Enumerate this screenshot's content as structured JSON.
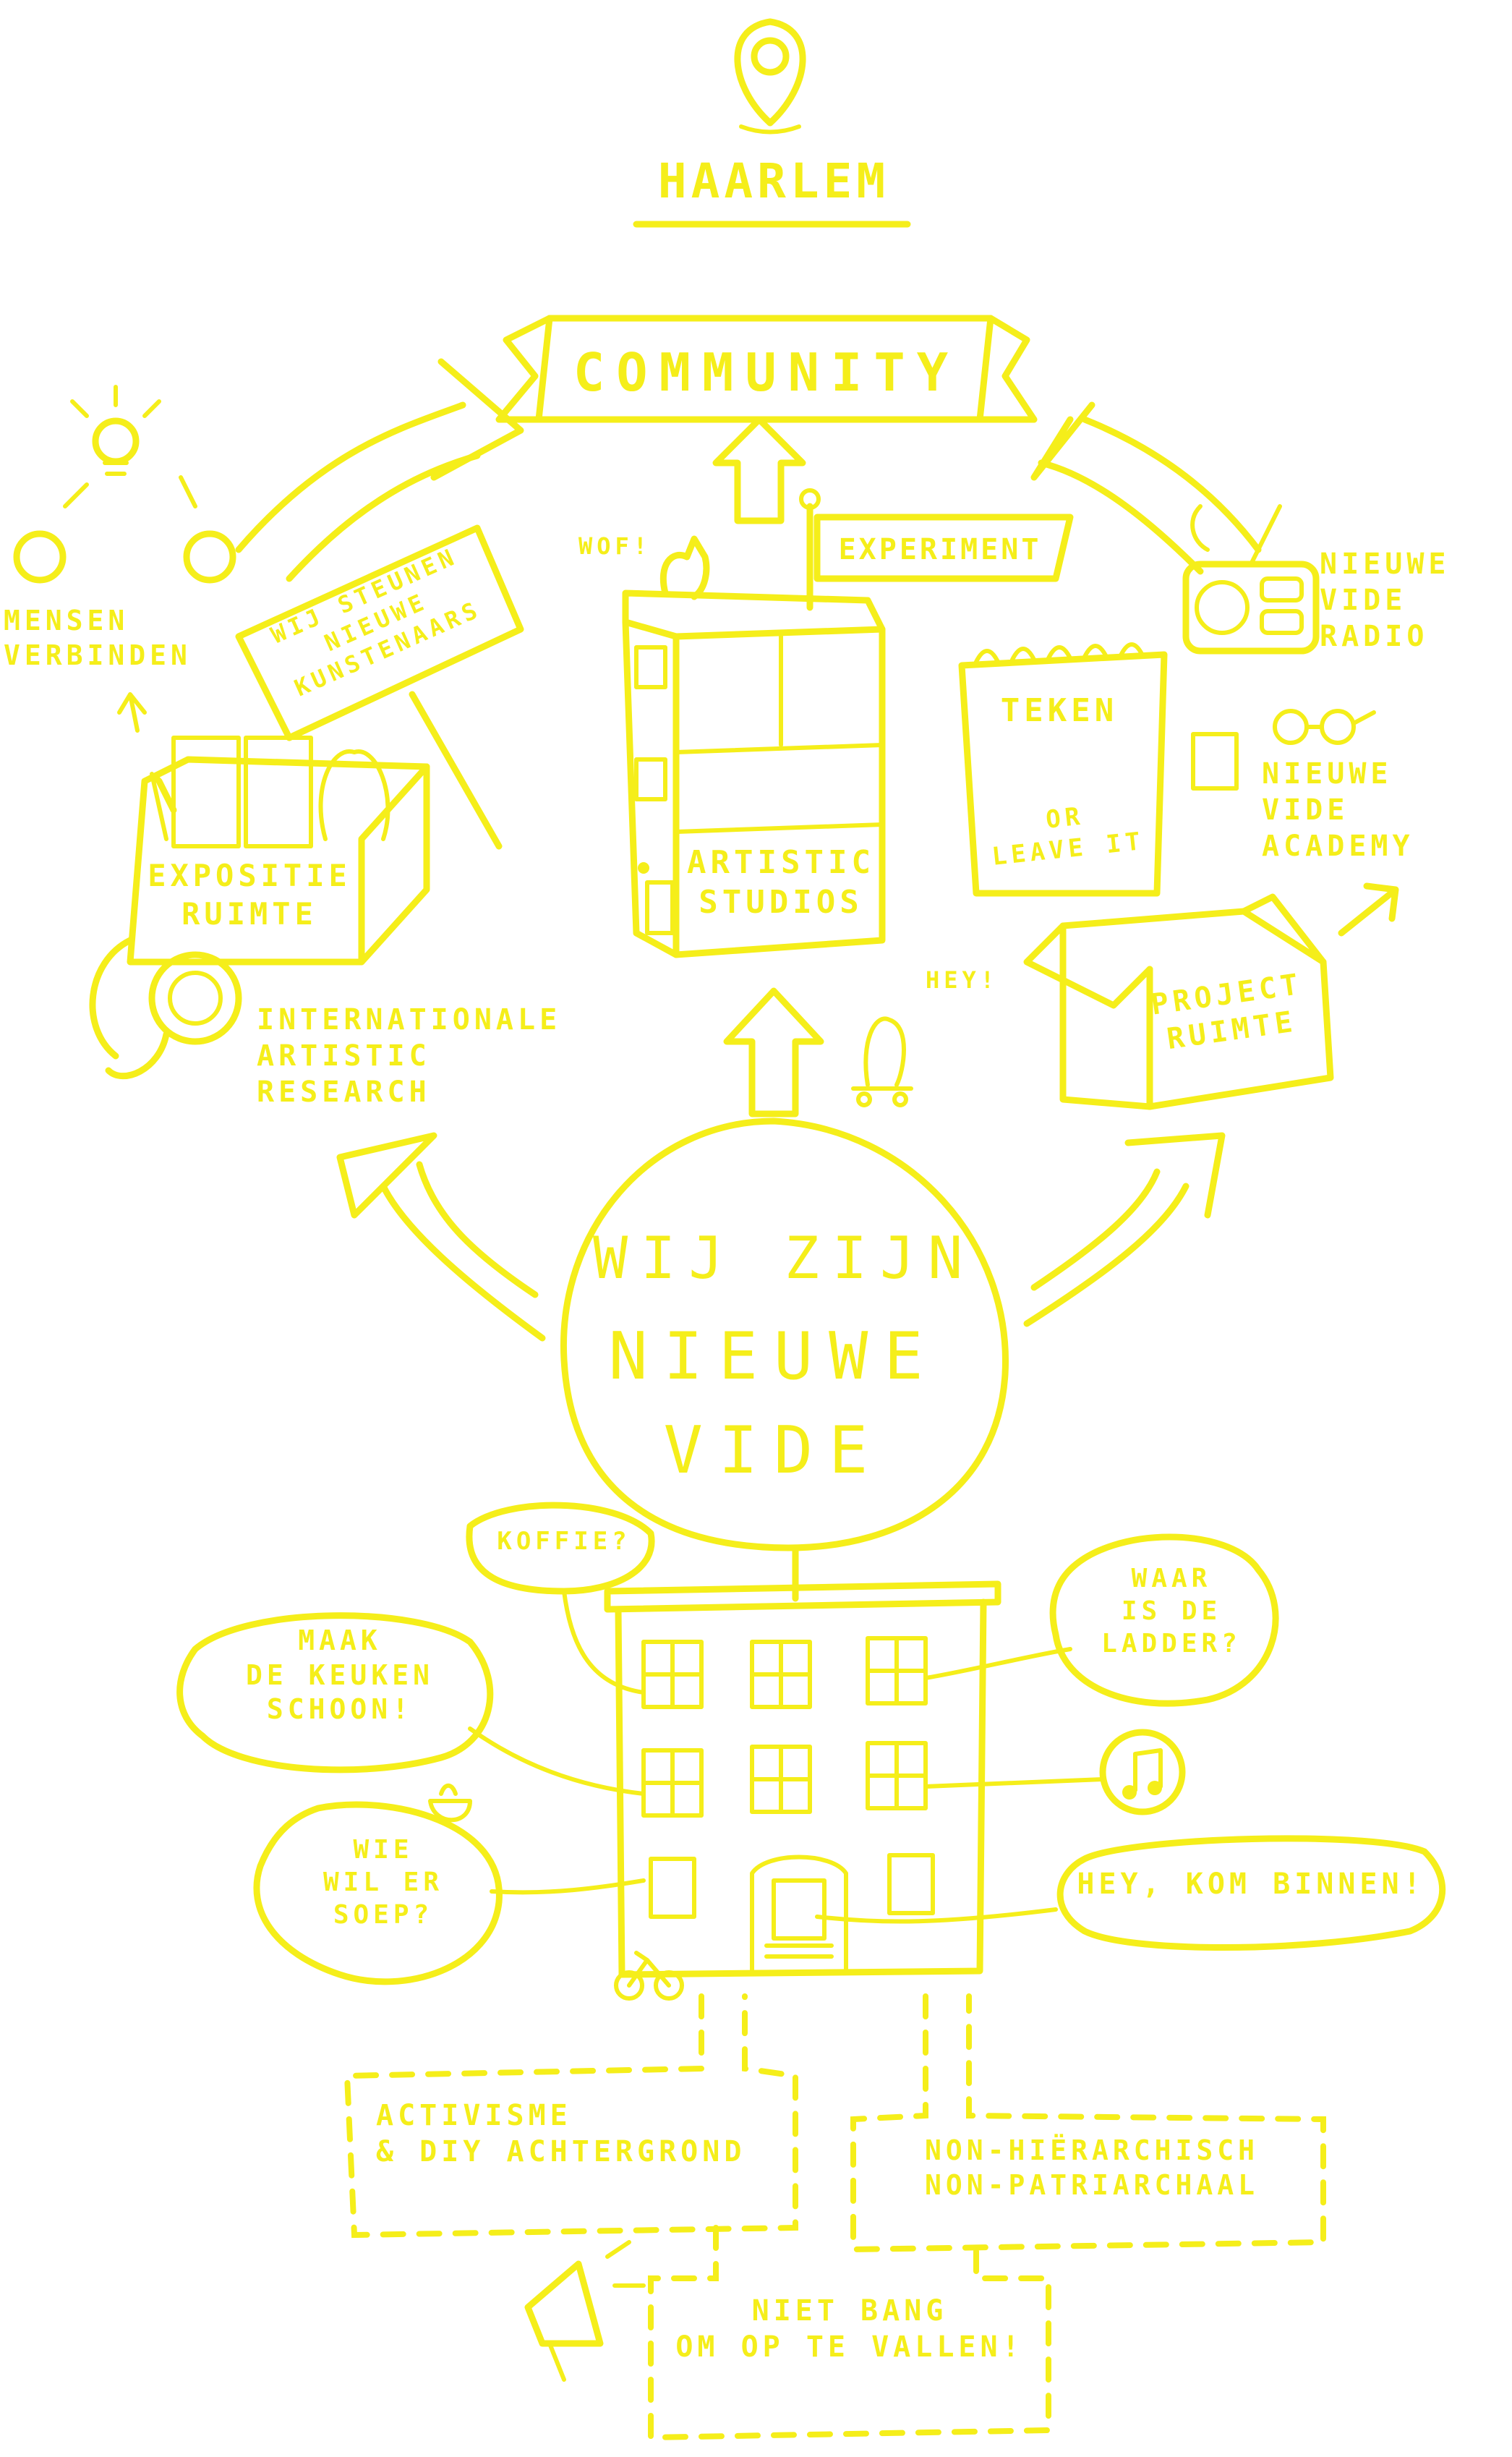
{
  "location": "HAARLEM",
  "banner": "COMMUNITY",
  "center": {
    "line1": "WIJ ZIJN",
    "line2": "NIEUWE",
    "line3": "VIDE"
  },
  "left": {
    "mensen": "MENSEN\nVERBINDEN",
    "sign": "WIJ STEUNEN\nNIEUWE\nKUNSTENAARS",
    "expositie": "EXPOSITIE\nRUIMTE",
    "research": "INTERNATIONALE\nARTISTIC\nRESEARCH"
  },
  "middle": {
    "wof": "WOF!",
    "flag": "EXPERIMENT",
    "studios": "ARTISTIC\nSTUDIOS",
    "hey": "HEY!"
  },
  "right": {
    "radio": "NIEUWE\nVIDE\nRADIO",
    "teken": "TEKEN",
    "or_leave": "OR\nLEAVE IT",
    "academy": "NIEUWE\nVIDE\nACADEMY",
    "project": "PROJECT\nRUIMTE"
  },
  "bubbles": {
    "koffie": "KOFFIE?",
    "keuken": "MAAK\nDE KEUKEN\nSCHOON!",
    "soep": "WIE\nWIL ER\nSOEP?",
    "ladder": "WAAR\nIS DE\nLADDER?",
    "binnen": "HEY, KOM BINNEN!"
  },
  "values": {
    "activisme": "ACTIVISME\n& DIY ACHTERGROND",
    "hierarchie": "NON-HIËRARCHISCH\nNON-PATRIARCHAAL",
    "bang": "NIET BANG\nOM OP TE VALLEN!"
  },
  "colors": {
    "ink": "#f5ee1a",
    "background": "#ffffff"
  }
}
